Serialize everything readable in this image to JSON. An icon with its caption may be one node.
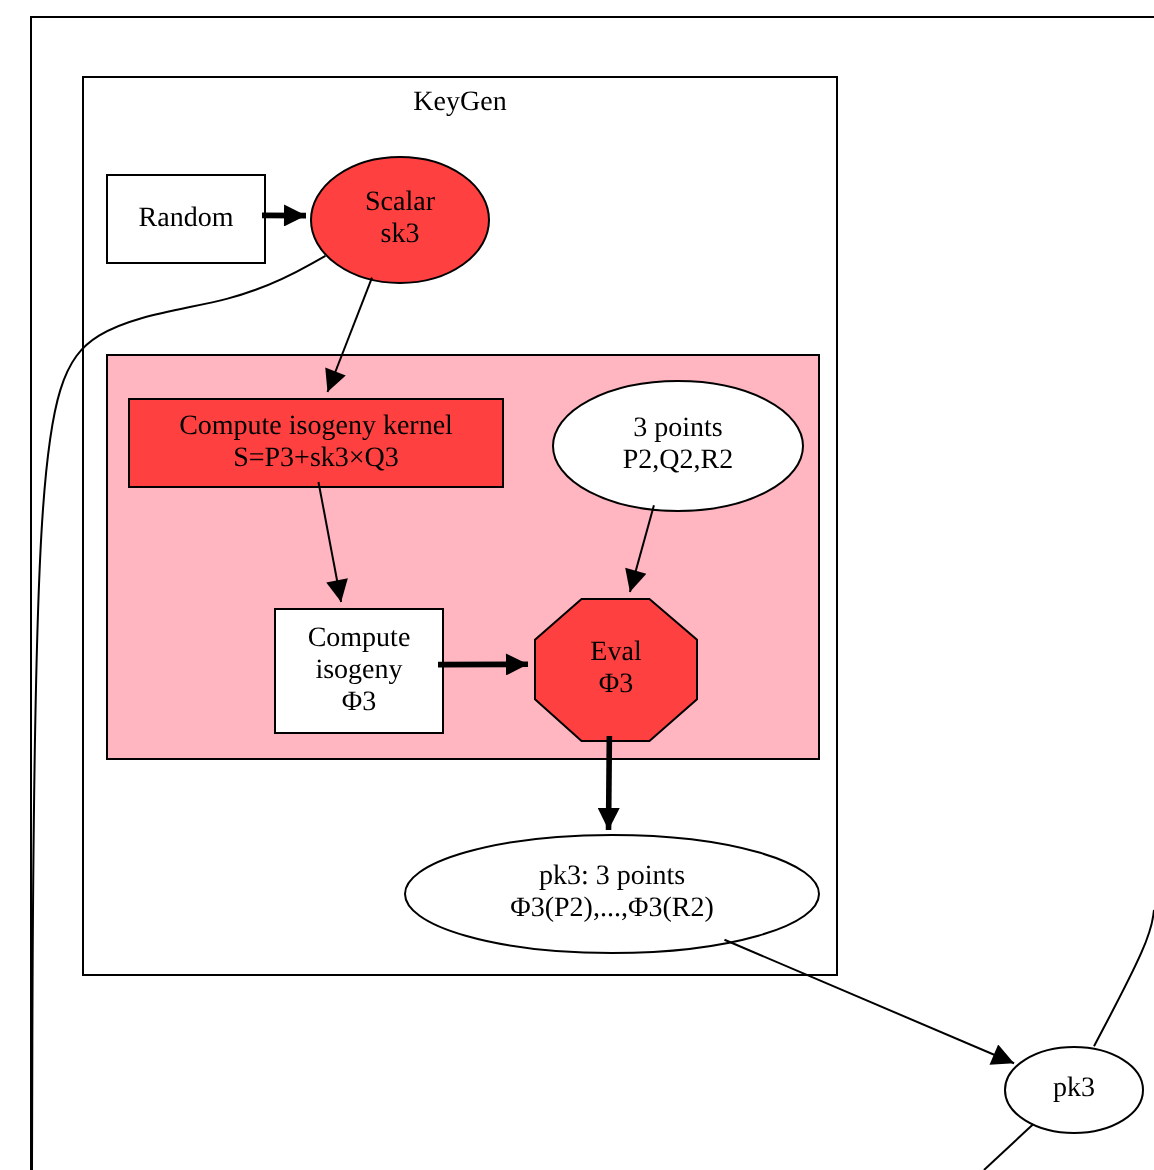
{
  "diagram": {
    "nodes": [
      {
        "text": [],
        "shape": "box"
      },
      {
        "text": [
          "KeyGen"
        ],
        "in": 0
      },
      {
        "text": [
          "Random"
        ],
        "in": 1
      },
      {
        "text": [
          "Scalar sk3"
        ],
        "in": 1
      },
      {
        "text": [],
        "shape": "box",
        "in": 1
      },
      {
        "text": [
          "Compute isogeny kernel S=P3+sk3×Q3"
        ],
        "in": 4
      },
      {
        "text": [
          "3 points P2,Q2,R2"
        ],
        "in": 4
      },
      {
        "text": [
          "Compute isogeny Φ3"
        ],
        "in": 4
      },
      {
        "text": [
          "Eval Φ3"
        ],
        "in": 4
      },
      {
        "text": [
          "pk3: 3 points Φ3(P2),...,Φ3(R2)"
        ],
        "in": 1
      },
      {
        "text": [
          "pk3"
        ],
        "in": 0
      }
    ],
    "edges": [
      {
        "from": 2,
        "to": 3,
        "arrow": "to",
        "style": "thick"
      },
      {
        "from": 3,
        "to": 5,
        "arrow": "to"
      },
      {
        "from": 5,
        "to": 7,
        "arrow": "to"
      },
      {
        "from": 6,
        "to": 8,
        "arrow": "to"
      },
      {
        "from": 7,
        "to": 8,
        "arrow": "to",
        "style": "thick"
      },
      {
        "from": 8,
        "to": 9,
        "arrow": "to",
        "style": "thick"
      },
      {
        "from": 9,
        "to": 10,
        "arrow": "to"
      },
      {
        "from": 3,
        "to": null,
        "arrow": "none"
      },
      {
        "from": 10,
        "to": null,
        "arrow": "none"
      },
      {
        "from": 10,
        "to": null,
        "arrow": "none"
      }
    ]
  }
}
